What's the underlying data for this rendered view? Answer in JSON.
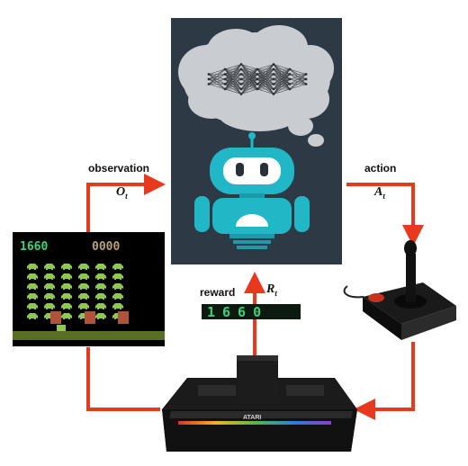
{
  "labels": {
    "observation": "observation",
    "action": "action",
    "reward": "reward"
  },
  "symbols": {
    "observation": {
      "base": "O",
      "sub": "t"
    },
    "action": {
      "base": "A",
      "sub": "t"
    },
    "reward": {
      "base": "R",
      "sub": "t"
    }
  },
  "game": {
    "score_left": "1660",
    "score_right": "0000"
  },
  "reward_display": "1660",
  "console_brand": "ATARI",
  "colors": {
    "arrow": "#e8391f",
    "agent_panel": "#2d3a46",
    "robot": "#22b7c6",
    "cloud": "#c9ccd0",
    "game_bg": "#000000",
    "alien": "#8fc850",
    "score_green": "#3fd07a",
    "score_tan": "#b6a27a"
  },
  "icons": [
    "neural-network-icon",
    "robot-icon",
    "joystick-icon",
    "console-icon",
    "game-screen-icon"
  ]
}
